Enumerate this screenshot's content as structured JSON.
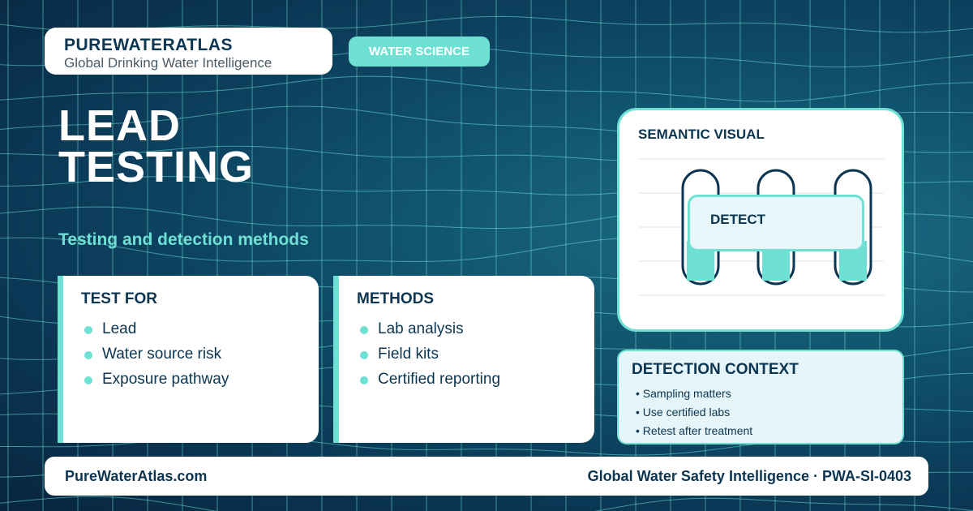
{
  "brand": {
    "name": "PUREWATERATLAS",
    "tagline": "Global Drinking Water Intelligence"
  },
  "category_tag": "WATER SCIENCE",
  "headline": {
    "line1": "LEAD",
    "line2": "TESTING"
  },
  "subheadline": "Testing and detection methods",
  "cards": [
    {
      "title": "TEST FOR",
      "items": [
        "Lead",
        "Water source risk",
        "Exposure pathway"
      ]
    },
    {
      "title": "METHODS",
      "items": [
        "Lab analysis",
        "Field kits",
        "Certified reporting"
      ]
    }
  ],
  "semantic_visual": {
    "title": "SEMANTIC VISUAL",
    "label": "DETECT"
  },
  "detection_context": {
    "title": "DETECTION CONTEXT",
    "items": [
      "• Sampling matters",
      "• Use certified labs",
      "• Retest after treatment"
    ]
  },
  "footer": {
    "site": "PureWaterAtlas.com",
    "tagline": "Global Water Safety Intelligence · PWA-SI-0403"
  },
  "colors": {
    "accent": "#6fe0d4",
    "navy": "#0b3550",
    "background": "#0d4763"
  }
}
